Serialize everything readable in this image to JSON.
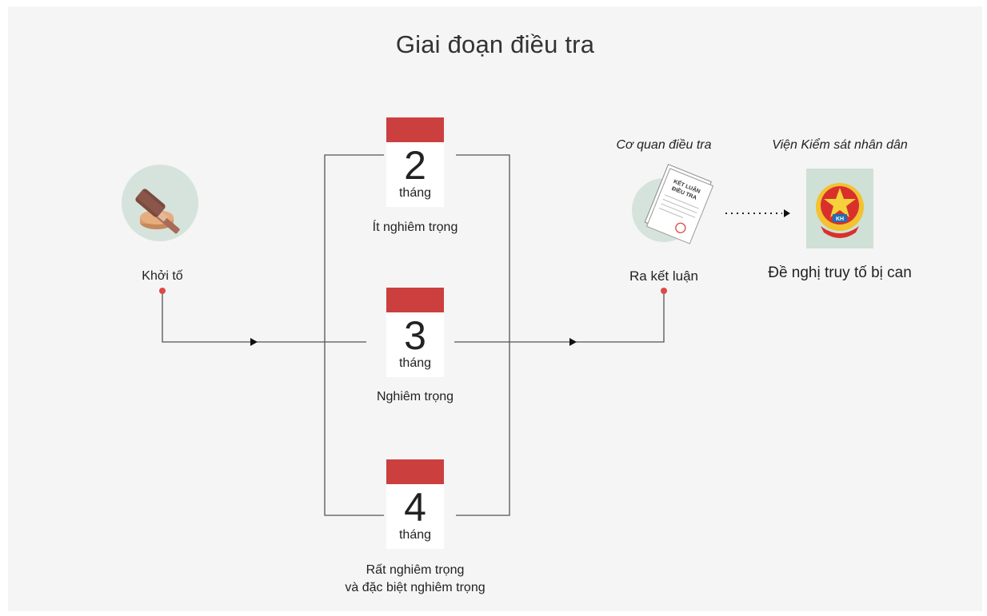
{
  "title": "Giai đoạn điều tra",
  "start": {
    "label": "Khởi tố",
    "icon": "gavel-icon"
  },
  "periods": [
    {
      "number": "2",
      "unit": "tháng",
      "label": "Ít nghiêm trọng"
    },
    {
      "number": "3",
      "unit": "tháng",
      "label": "Nghiêm trọng"
    },
    {
      "number": "4",
      "unit": "tháng",
      "label_line1": "Rất nghiêm trọng",
      "label_line2": "và đặc biệt nghiêm trọng"
    }
  ],
  "conclusion": {
    "agency": "Cơ quan điều tra",
    "label": "Ra kết luận",
    "document_text_line1": "KẾT LUẬN",
    "document_text_line2": "ĐIỀU TRA",
    "icon": "document-icon"
  },
  "procuracy": {
    "agency": "Viện Kiểm sát nhân dân",
    "label": "Đề nghị truy tố bị can",
    "emblem_text": "KH",
    "icon": "national-emblem-icon"
  },
  "colors": {
    "background": "#f5f5f5",
    "calendar_red": "#cc3f3f",
    "dot_red": "#e04848",
    "line": "#555555",
    "icon_circle": "#d6e3dc"
  }
}
